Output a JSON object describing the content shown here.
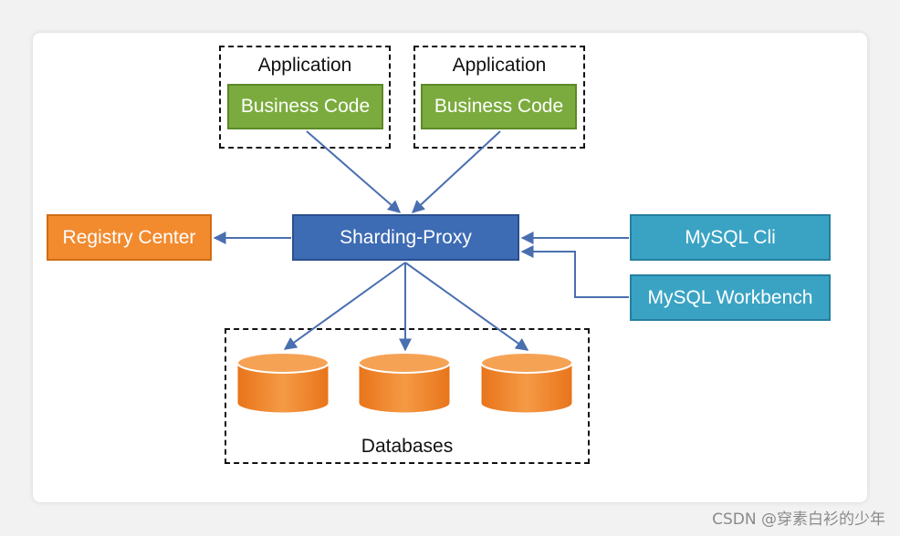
{
  "applications": [
    {
      "group_label": "Application",
      "box_label": "Business Code"
    },
    {
      "group_label": "Application",
      "box_label": "Business Code"
    }
  ],
  "proxy": {
    "label": "Sharding-Proxy"
  },
  "registry": {
    "label": "Registry Center"
  },
  "clients": [
    {
      "label": "MySQL Cli"
    },
    {
      "label": "MySQL Workbench"
    }
  ],
  "databases": {
    "label": "Databases",
    "count": 3
  },
  "watermark": "CSDN @穿素白衫的少年",
  "colors": {
    "application_box": "#7bab3e",
    "proxy_box": "#3d6bb4",
    "registry_box": "#f28a2e",
    "client_box": "#3aa3c4",
    "database_cylinder": "#f28a2e",
    "arrow": "#4a6fb0"
  }
}
